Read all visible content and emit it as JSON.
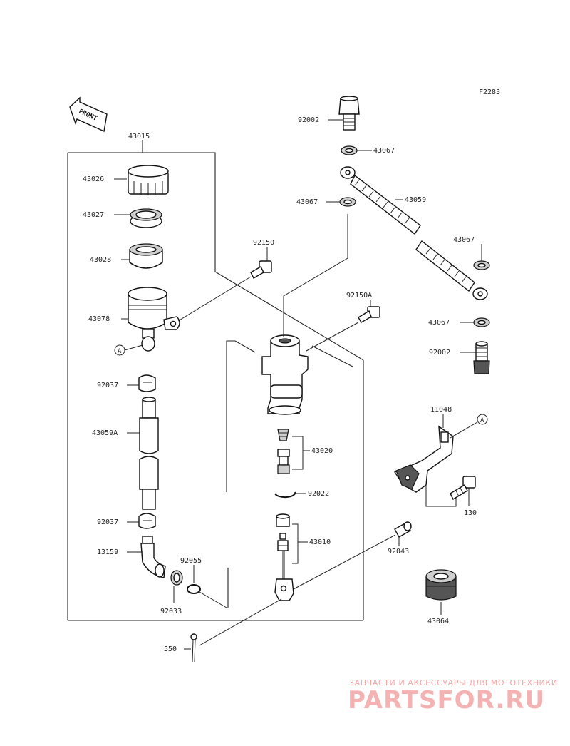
{
  "figure_code": "F2283",
  "front_label": "FRONT",
  "callout_letter": "A",
  "parts": {
    "p43015": "43015",
    "p43026": "43026",
    "p43027": "43027",
    "p43028": "43028",
    "p43078": "43078",
    "p92150": "92150",
    "p92150A": "92150A",
    "p92037a": "92037",
    "p43059A": "43059A",
    "p92037b": "92037",
    "p13159": "13159",
    "p92055": "92055",
    "p92033": "92033",
    "p550": "550",
    "p92002a": "92002",
    "p43067a": "43067",
    "p43059": "43059",
    "p43067b": "43067",
    "p43067c": "43067",
    "p43067d": "43067",
    "p92002b": "92002",
    "p43020": "43020",
    "p92022": "92022",
    "p43010": "43010",
    "p92043": "92043",
    "p11048": "11048",
    "p130": "130",
    "p43064": "43064"
  },
  "watermark": {
    "tagline": "ЗАПЧАСТИ И АКСЕССУАРЫ ДЛЯ МОТОТЕХНИКИ",
    "logo": "PARTSFOR.RU"
  },
  "colors": {
    "ink": "#222222",
    "watermark": "#f4b2b2"
  }
}
